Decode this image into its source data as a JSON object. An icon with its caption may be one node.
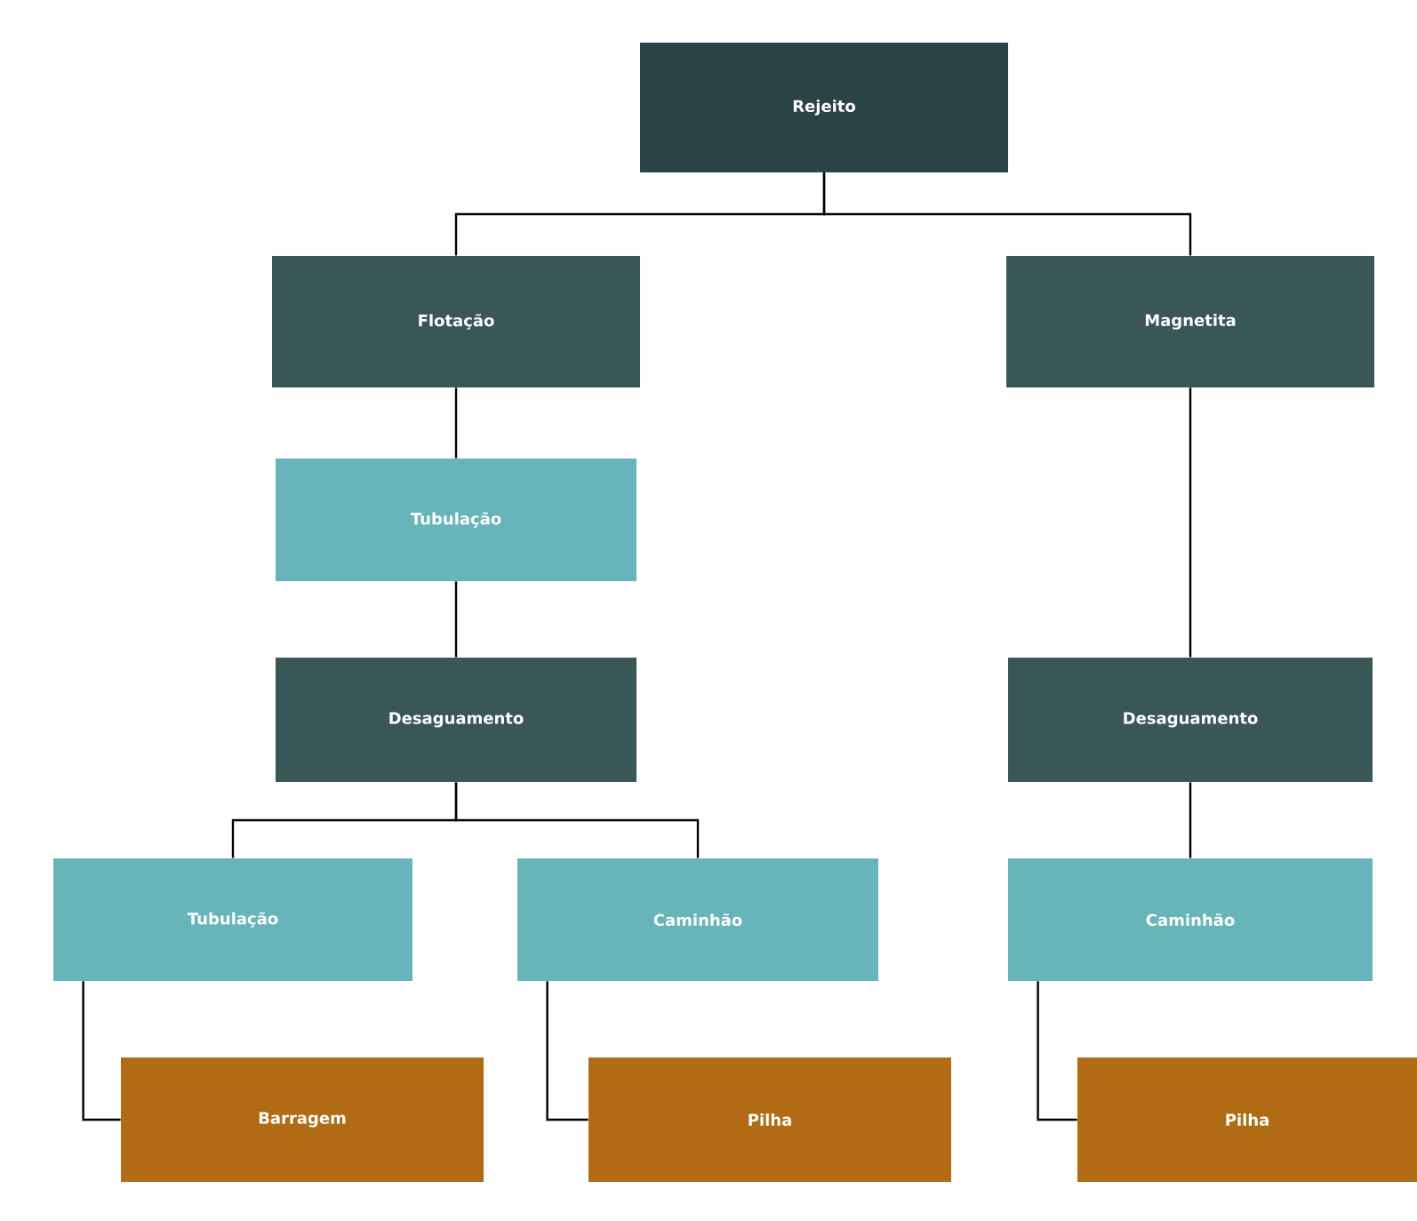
{
  "diagram": {
    "nodes": [
      {
        "text": [
          "Rejeito"
        ]
      },
      {
        "text": [
          "Flotação"
        ]
      },
      {
        "text": [
          "Magnetita"
        ]
      },
      {
        "text": [
          "Tubulação"
        ]
      },
      {
        "text": [
          "Desaguamento"
        ]
      },
      {
        "text": [
          "Desaguamento"
        ]
      },
      {
        "text": [
          "Tubulação"
        ]
      },
      {
        "text": [
          "Caminhão"
        ]
      },
      {
        "text": [
          "Caminhão"
        ]
      },
      {
        "text": [
          "Barragem"
        ]
      },
      {
        "text": [
          "Pilha"
        ]
      },
      {
        "text": [
          "Pilha"
        ]
      }
    ],
    "edges": [
      {
        "from": 0,
        "to": 1,
        "arrow": "none"
      },
      {
        "from": 0,
        "to": 2,
        "arrow": "none"
      },
      {
        "from": 1,
        "to": 3,
        "arrow": "none"
      },
      {
        "from": 3,
        "to": 4,
        "arrow": "none"
      },
      {
        "from": 2,
        "to": 5,
        "arrow": "none"
      },
      {
        "from": 4,
        "to": 6,
        "arrow": "none"
      },
      {
        "from": 4,
        "to": 7,
        "arrow": "none"
      },
      {
        "from": 5,
        "to": 8,
        "arrow": "none"
      },
      {
        "from": 6,
        "to": 9,
        "arrow": "none"
      },
      {
        "from": 7,
        "to": 10,
        "arrow": "none"
      },
      {
        "from": 8,
        "to": 11,
        "arrow": "none"
      }
    ]
  }
}
